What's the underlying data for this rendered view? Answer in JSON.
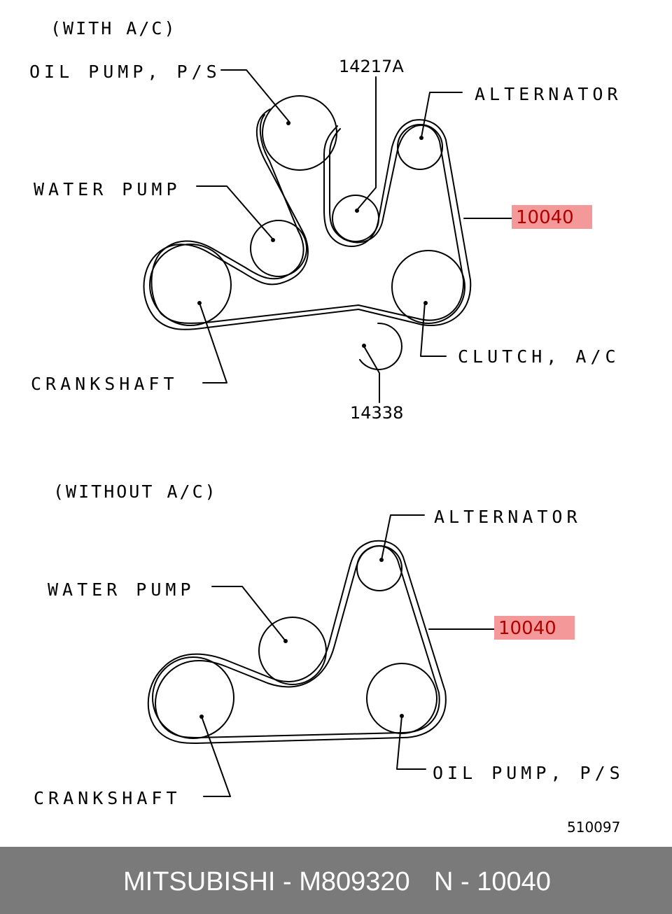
{
  "top": {
    "title": "(WITH A/C)",
    "labels": {
      "oil_pump": "OIL PUMP, P/S",
      "part_14217a": "14217A",
      "alternator": "ALTERNATOR",
      "water_pump": "WATER PUMP",
      "belt": "10040",
      "clutch_ac": "CLUTCH, A/C",
      "crankshaft": "CRANKSHAFT",
      "part_14338": "14338"
    }
  },
  "bottom": {
    "title": "(WITHOUT A/C)",
    "labels": {
      "alternator": "ALTERNATOR",
      "water_pump": "WATER PUMP",
      "belt": "10040",
      "oil_pump": "OIL PUMP, P/S",
      "crankshaft": "CRANKSHAFT"
    }
  },
  "figure_number": "510097",
  "footer": {
    "brand_part": "MITSUBISHI - M809320",
    "ref": "N - 10040"
  },
  "colors": {
    "highlight_bg": "#f4999a",
    "highlight_text": "#b00000",
    "footer_bg": "#7a7a7a"
  }
}
